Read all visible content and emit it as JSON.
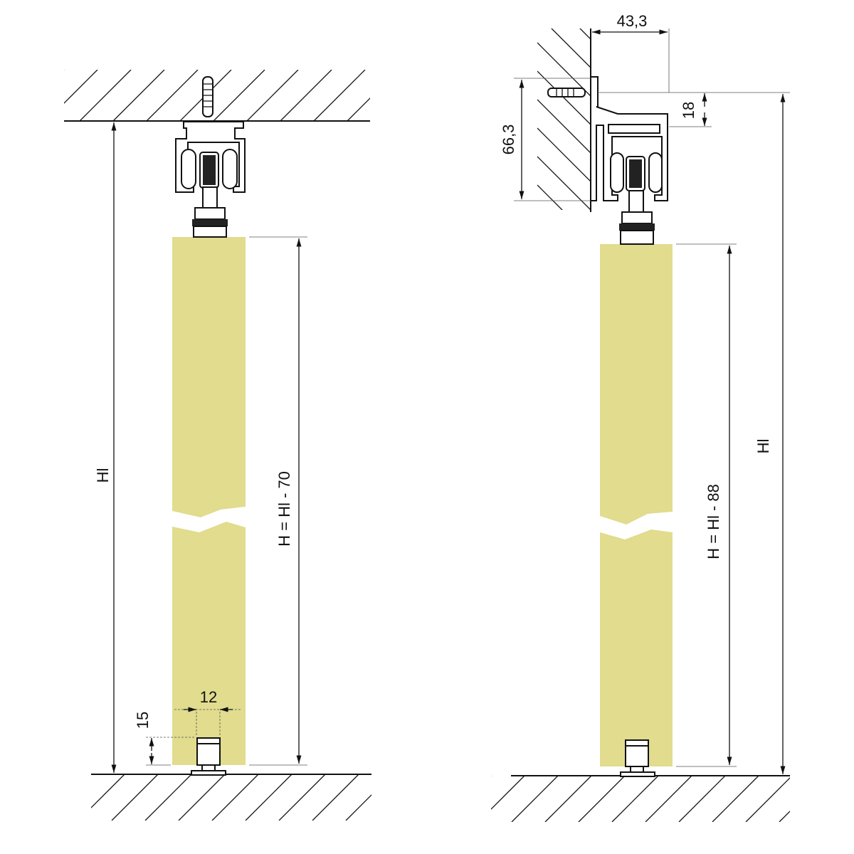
{
  "colors": {
    "door": "#e1dc8e",
    "line": "#111111"
  },
  "left_view": {
    "height_label": "Hl",
    "door_height_label": "H = Hl - 70",
    "guide_width": "12",
    "guide_height": "15"
  },
  "right_view": {
    "height_label": "Hl",
    "door_height_label": "H = Hl - 88",
    "bracket_depth": "43,3",
    "bracket_height": "66,3",
    "screw_offset": "18"
  }
}
